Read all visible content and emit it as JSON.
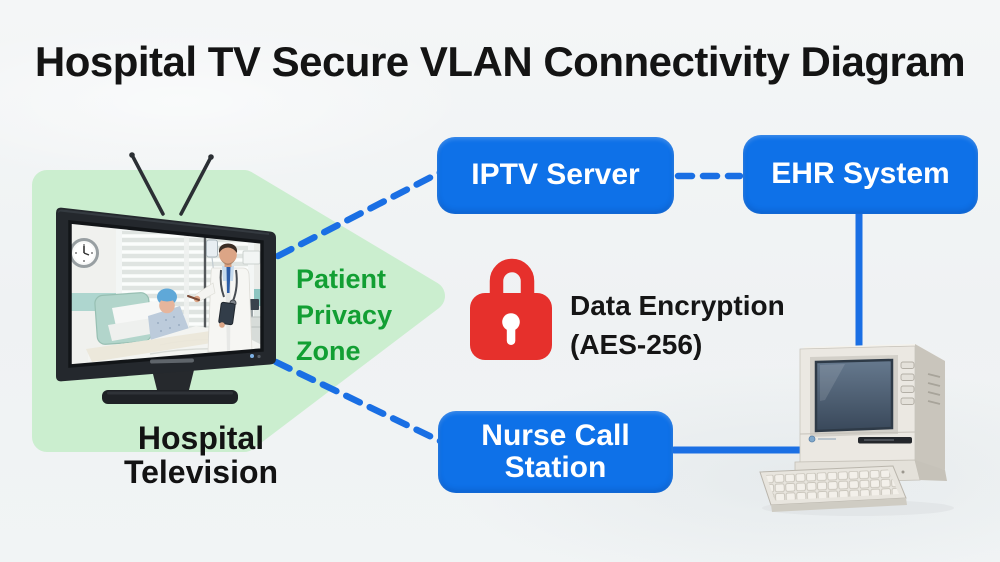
{
  "title": "Hospital TV Secure VLAN Connectivity Diagram",
  "boxes": {
    "iptv": "IPTV Server",
    "ehr": "EHR System",
    "nurse": "Nurse Call Station"
  },
  "labels": {
    "privacy_zone": "Patient Privacy Zone",
    "hospital_tv": "Hospital Television",
    "encryption": "Data Encryption (AES-256)"
  },
  "icons": {
    "lock": "lock-icon"
  },
  "connections": [
    {
      "from": "hospital-television",
      "to": "iptv-server",
      "style": "dashed"
    },
    {
      "from": "iptv-server",
      "to": "ehr-system",
      "style": "dashed"
    },
    {
      "from": "hospital-television",
      "to": "nurse-call-station",
      "style": "dashed"
    },
    {
      "from": "nurse-call-station",
      "to": "workstation-computer",
      "style": "solid"
    },
    {
      "from": "ehr-system",
      "to": "workstation-computer",
      "style": "solid"
    }
  ],
  "colors": {
    "background": "#f1f4f5",
    "box_blue": "#0e71e8",
    "line_blue": "#1a6fe4",
    "zone_green_fill": "#cbeecf",
    "zone_green_text": "#129f33",
    "lock_red": "#e6302c",
    "title_color": "#141414"
  }
}
